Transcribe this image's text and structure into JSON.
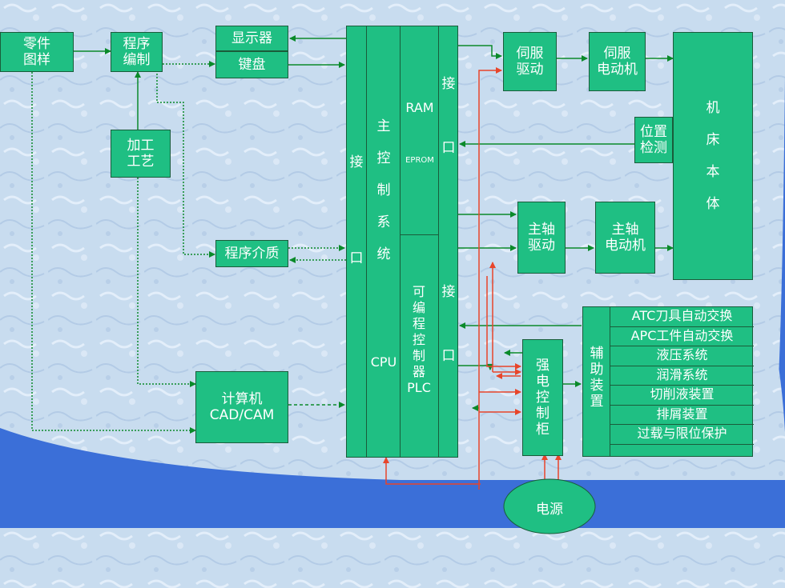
{
  "boxes": {
    "part_drawing": "零件\n图样",
    "programming": "程序\n编制",
    "display": "显示器",
    "keyboard": "键盘",
    "process": "加工\n工艺",
    "program_medium": "程序介质",
    "computer": "计算机\nCAD/CAM",
    "servo_drive": "伺服\n驱动",
    "servo_motor": "伺服\n电动机",
    "position_detect": "位置\n检测",
    "machine_body": "机\n\n床\n\n本\n\n体",
    "spindle_drive": "主轴\n驱动",
    "spindle_motor": "主轴\n电动机",
    "power_cabinet": "强\n电\n控\n制\n柜",
    "auxiliary": "辅\n助\n装\n置",
    "power": "电源"
  },
  "controller": {
    "interface_left": "接\n\n\n\n\n\n口",
    "main_control": "主\n\n控\n\n制\n\n系\n\n统",
    "cpu": "CPU",
    "ram": "RAM",
    "eprom": "EPROM",
    "plc": "可\n编\n程\n控\n制\n器\nPLC",
    "interface_right_top": "接\n\n\n\n口",
    "interface_right_bottom": "接\n\n\n\n口"
  },
  "aux_items": [
    "ATC刀具自动交换",
    "APC工件自动交换",
    "液压系统",
    "润滑系统",
    "切削液装置",
    "排屑装置",
    "过载与限位保护"
  ],
  "colors": {
    "box_fill": "#1fbf83",
    "arrow_green": "#0a8a2a",
    "arrow_red": "#e8452a",
    "band_blue": "#3b6fd8"
  }
}
